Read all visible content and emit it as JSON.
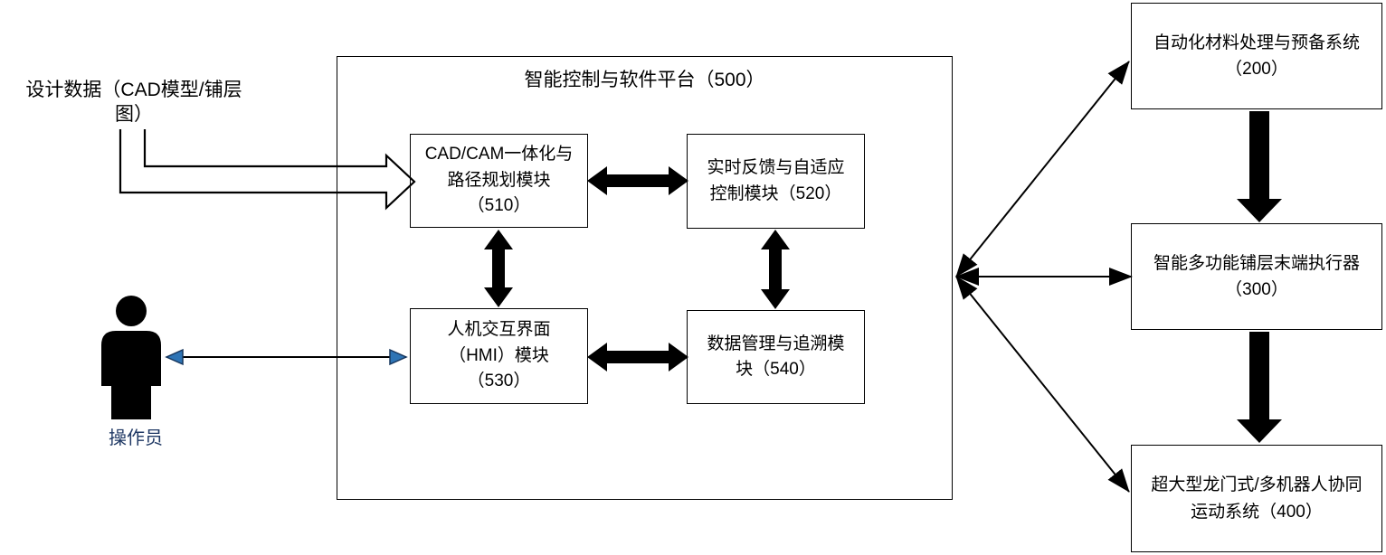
{
  "diagram": {
    "platform": {
      "title": "智能控制与软件平台（500）",
      "modules": [
        {
          "id": "510",
          "label": "CAD/CAM一体化与\n路径规划模块\n（510）"
        },
        {
          "id": "520",
          "label": "实时反馈与自适应\n控制模块（520）"
        },
        {
          "id": "530",
          "label": "人机交互界面\n（HMI）模块\n（530）"
        },
        {
          "id": "540",
          "label": "数据管理与追溯模\n块（540）"
        }
      ]
    },
    "external_systems": [
      {
        "id": "200",
        "label": "自动化材料处理与预备系统\n（200）"
      },
      {
        "id": "300",
        "label": "智能多功能铺层末端执行器\n（300）"
      },
      {
        "id": "400",
        "label": "超大型龙门式/多机器人协同\n运动系统（400）"
      }
    ],
    "inputs": {
      "design_data_label": "设计数据（CAD模型/铺层\n图）",
      "operator_label": "操作员"
    },
    "colors": {
      "line": "#000000",
      "accent_blue": "#2e74b5",
      "operator_text": "#1f3864",
      "background": "#ffffff"
    }
  }
}
